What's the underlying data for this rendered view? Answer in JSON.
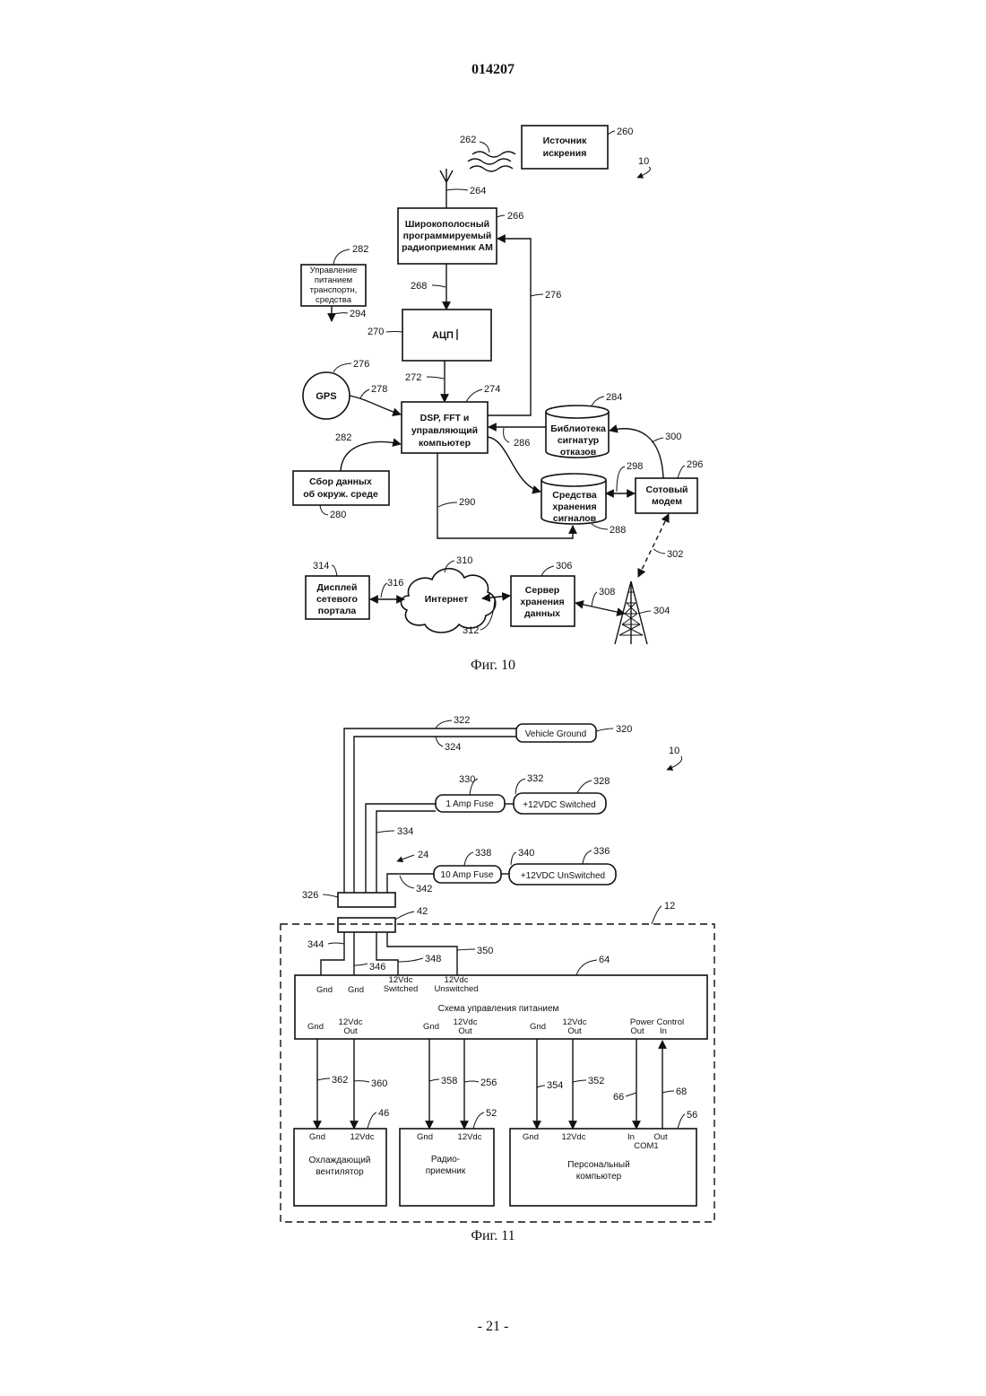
{
  "page": {
    "doc_number": "014207",
    "page_number": "- 21 -"
  },
  "fig10": {
    "caption": "Фиг. 10",
    "system_ref": "10",
    "spark_source": {
      "lines": [
        "Источник",
        "искрения"
      ],
      "ref": "260",
      "wave_ref": "262"
    },
    "antenna_ref": "264",
    "receiver": {
      "lines": [
        "Широкополосный",
        "программируемый",
        "радиоприемник АМ"
      ],
      "ref": "266"
    },
    "power_mgmt": {
      "lines": [
        "Управление",
        "питанием",
        "транспортн,",
        "средства"
      ],
      "ref": "282",
      "out_ref": "294"
    },
    "link_268": "268",
    "feedback_276": "276",
    "adc": {
      "label": "АЦП",
      "ref": "270"
    },
    "link_272": "272",
    "gps": {
      "label": "GPS",
      "ref": "276",
      "link_ref": "278"
    },
    "dsp": {
      "lines": [
        "DSP, FFT и",
        "управляющий",
        "компьютер"
      ],
      "ref": "274"
    },
    "library": {
      "lines": [
        "Библиотека",
        "сигнатур",
        "отказов"
      ],
      "ref": "284",
      "link_ref": "286"
    },
    "env": {
      "lines": [
        "Сбор данных",
        "об окруж. среде"
      ],
      "ref": "280",
      "link_ref": "282"
    },
    "storage": {
      "lines": [
        "Средства",
        "хранения",
        "сигналов"
      ],
      "ref": "288",
      "link_ref": "290"
    },
    "modem": {
      "lines": [
        "Сотовый",
        "модем"
      ],
      "ref": "296",
      "link_298": "298",
      "link_300": "300"
    },
    "wireless_ref": "302",
    "tower_ref": "304",
    "server": {
      "lines": [
        "Сервер",
        "хранения",
        "данных"
      ],
      "ref": "306",
      "link_ref": "308"
    },
    "internet": {
      "label": "Интернет",
      "ref": "310",
      "link_ref": "312"
    },
    "portal": {
      "lines": [
        "Дисплей",
        "сетевого",
        "портала"
      ],
      "ref": "314",
      "link_ref": "316"
    }
  },
  "fig11": {
    "caption": "Фиг. 11",
    "system_ref": "10",
    "vehicle_ground": {
      "label": "Vehicle Ground",
      "ref": "320",
      "wire_a": "322",
      "wire_b": "324"
    },
    "fuse_1": {
      "label": "1 Amp Fuse",
      "ref": "330"
    },
    "switched_12v": {
      "label": "+12VDC Switched",
      "ref": "328",
      "link_ref": "332"
    },
    "wire_334": "334",
    "harness_ref": "24",
    "fuse_10": {
      "label": "10 Amp Fuse",
      "ref": "338"
    },
    "unswitched_12v": {
      "label": "+12VDC UnSwitched",
      "ref": "336",
      "link_ref": "340"
    },
    "wire_342": "342",
    "connector_plug_ref": "326",
    "connector_socket_ref": "42",
    "enclosure_ref": "12",
    "wire_344": "344",
    "wire_346": "346",
    "wire_348": "348",
    "wire_350": "350",
    "power_ctrl": {
      "ref": "64",
      "title": "Схема управления питанием",
      "in_gnd1": "Gnd",
      "in_gnd2": "Gnd",
      "in_sw": [
        "12Vdc",
        "Switched"
      ],
      "in_unsw": [
        "12Vdc",
        "Unswitched"
      ],
      "out_gnd1": "Gnd",
      "out_12v1": [
        "12Vdc",
        "Out"
      ],
      "out_gnd2": "Gnd",
      "out_12v2": [
        "12Vdc",
        "Out"
      ],
      "out_gnd3": "Gnd",
      "out_12v3": [
        "12Vdc",
        "Out"
      ],
      "pc_label": "Power Control",
      "pc_out": "Out",
      "pc_in": "In"
    },
    "wires_out": {
      "w362": "362",
      "w360": "360",
      "w358": "358",
      "w256": "256",
      "w354": "354",
      "w352": "352",
      "w66": "66",
      "w68": "68"
    },
    "fan": {
      "ref": "46",
      "gnd": "Gnd",
      "v": "12Vdc",
      "lines": [
        "Охлаждающий",
        "вентилятор"
      ]
    },
    "radio": {
      "ref": "52",
      "gnd": "Gnd",
      "v": "12Vdc",
      "lines": [
        "Радио-",
        "приемник"
      ]
    },
    "pc": {
      "ref": "56",
      "gnd": "Gnd",
      "v": "12Vdc",
      "in": "In",
      "out": "Out",
      "com": "COM1",
      "lines": [
        "Персональный",
        "компьютер"
      ]
    }
  }
}
